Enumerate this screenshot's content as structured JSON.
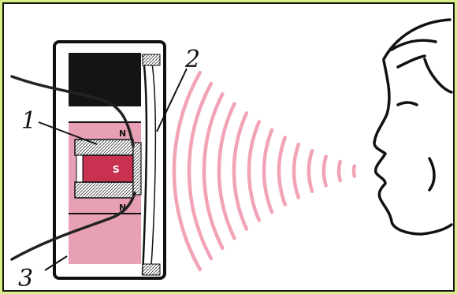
{
  "colors": {
    "page_border": "#d8f08a",
    "magnet_pink": "#e8a0b4",
    "magnet_core": "#c8314f",
    "sound_waves": "#f2a3b6",
    "housing_top": "#141414"
  },
  "labels": {
    "one": "1",
    "two": "2",
    "three": "3",
    "pole_n_top": "N",
    "pole_n_bottom": "N",
    "pole_s": "S"
  }
}
